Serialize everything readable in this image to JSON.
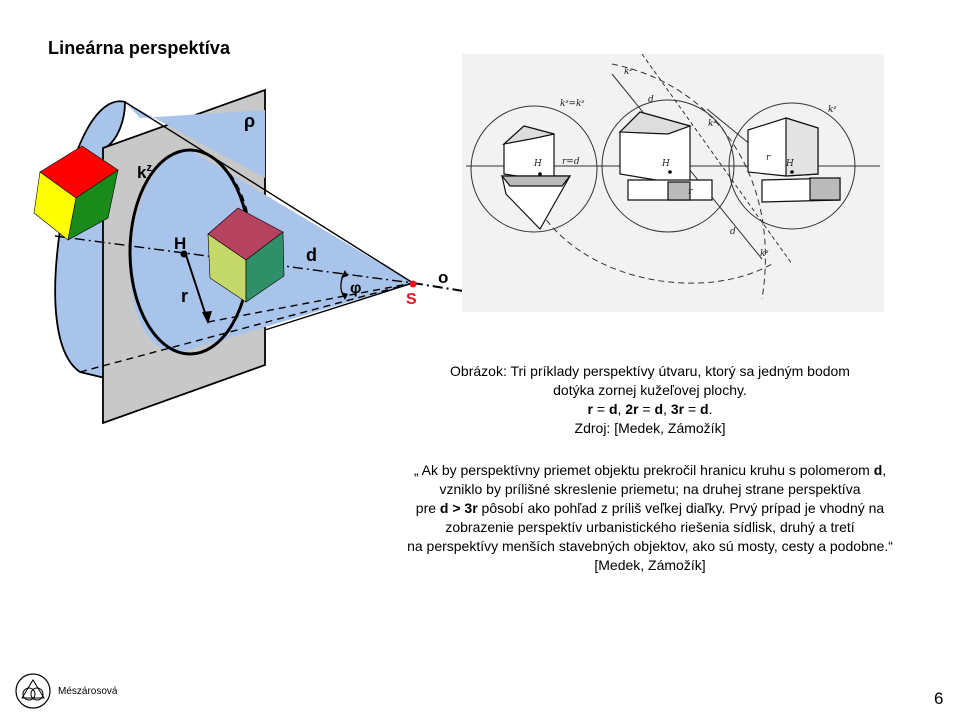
{
  "title": "Lineárna perspektíva",
  "left_figure": {
    "labels": {
      "rho": "ρ",
      "kz_main": "k",
      "kz_sup": "z",
      "H": "H",
      "d": "d",
      "r": "r",
      "phi": "φ",
      "o": "o",
      "S": "S"
    },
    "colors": {
      "plane": "#c8c8c8",
      "cone": "#a9c4ea",
      "S_point": "#e8141c",
      "S_label": "#e8141c",
      "cube_top_red": "#ff0000",
      "cube_side_yellow": "#ffff00",
      "cube_side_green": "#1a8a1a",
      "cube2_top": "#b5435f",
      "cube2_left": "#c5d86a",
      "cube2_right": "#2f8f68"
    }
  },
  "right_figure": {
    "labels": {
      "k_pair": "kᶻ=kᶻ",
      "k_top": "kᶻ",
      "k_mid": "kᶻ",
      "k_right": "kᶻ",
      "d1": "d",
      "d2": "d",
      "H1": "H",
      "H2": "H",
      "H3": "H",
      "r_eq_d": "r=d",
      "r2": "r",
      "r3": "r",
      "k_bottom": "kᶻ"
    }
  },
  "caption": {
    "line1": "Obrázok: Tri príklady perspektívy útvaru, ktorý sa jedným bodom",
    "line2": "dotýka zornej kužeľovej plochy.",
    "line3_r": "r",
    "line3_eq1": " = ",
    "line3_d1": "d",
    "line3_sep1": ", ",
    "line3_2r": "2r",
    "line3_eq2": " = ",
    "line3_d2": "d",
    "line3_sep2": ", ",
    "line3_3r": "3r",
    "line3_eq3": " = ",
    "line3_d3": "d",
    "line3_end": ".",
    "line4": "Zdroj: [Medek, Zámožík]"
  },
  "quote": {
    "line1_a": "„ Ak by perspektívny priemet objektu prekročil hranicu kruhu s polomerom ",
    "line1_b": "d",
    "line1_c": ",",
    "line2": "vzniklo by prílišné skreslenie priemetu; na druhej strane perspektíva",
    "line3_a": "pre ",
    "line3_b": "d > 3r",
    "line3_c": " pôsobí ako pohľad z príliš veľkej diaľky. Prvý prípad je vhodný na",
    "line4": "zobrazenie perspektív urbanistického riešenia sídlisk, druhý a tretí",
    "line5": "na perspektívy menších stavebných objektov, ako sú mosty, cesty a podobne.“",
    "line6": "[Medek, Zámožík]"
  },
  "footer": {
    "author": "Mészárosová",
    "page": "6"
  }
}
